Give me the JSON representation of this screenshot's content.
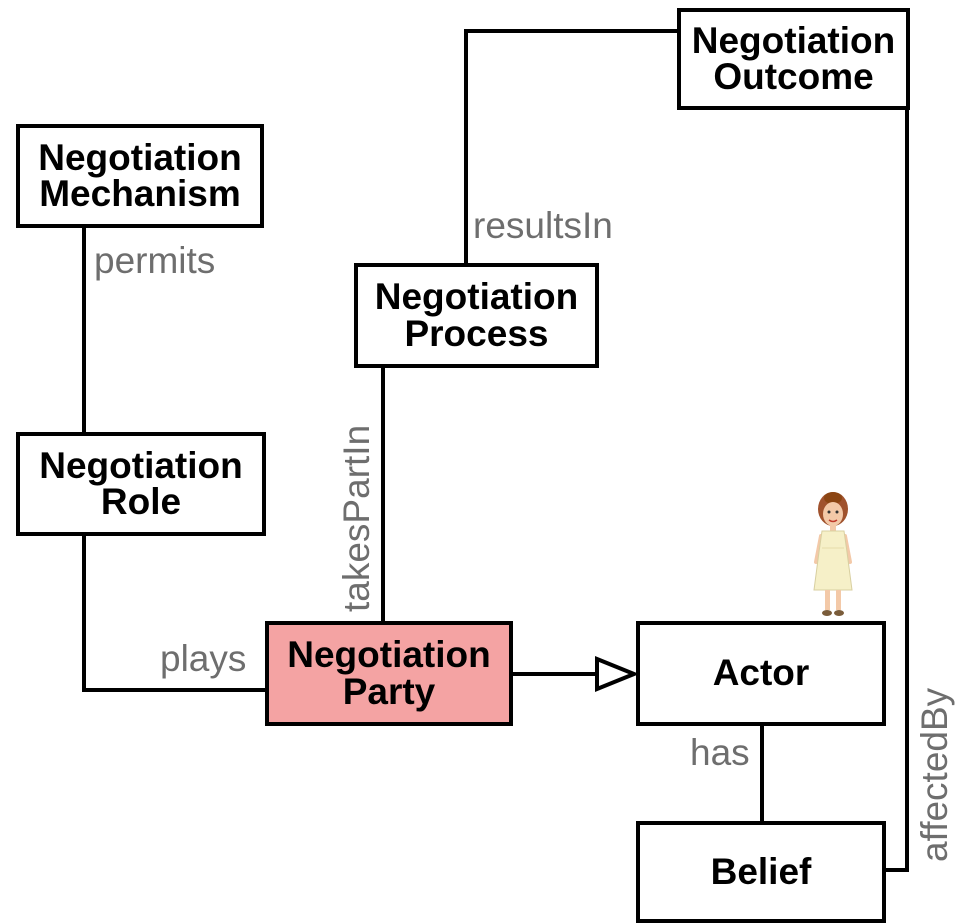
{
  "nodes": {
    "negotiation_outcome": "Negotiation\nOutcome",
    "negotiation_mechanism": "Negotiation\nMechanism",
    "negotiation_process": "Negotiation\nProcess",
    "negotiation_role": "Negotiation\nRole",
    "negotiation_party": "Negotiation\nParty",
    "actor": "Actor",
    "belief": "Belief"
  },
  "relations": {
    "results_in": "resultsIn",
    "permits": "permits",
    "takes_part_in": "takesPartIn",
    "plays": "plays",
    "has": "has",
    "affected_by": "affectedBy"
  },
  "colors": {
    "highlight": "#f4a3a3",
    "relation_text": "#6e6e6e"
  },
  "decoration": "woman-figure-icon"
}
